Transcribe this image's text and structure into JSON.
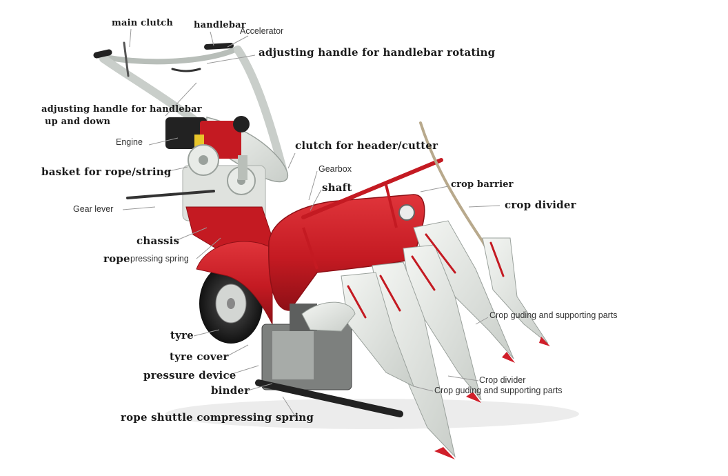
{
  "labels": {
    "main_clutch": "main clutch",
    "handlebar": "handlebar",
    "accelerator": "Accelerator",
    "adjust_rotate": "adjusting handle for handlebar rotating",
    "adjust_updown_1": "adjusting handle for handlebar",
    "adjust_updown_2": "up and down",
    "engine": "Engine",
    "basket": "basket for rope/string",
    "clutch_header": "clutch for header/cutter",
    "gearbox": "Gearbox",
    "shaft": "shaft",
    "crop_barrier": "crop barrier",
    "crop_divider_top": "crop divider",
    "gear_lever": "Gear lever",
    "chassis": "chassis",
    "rope_word": "rope",
    "pressing_spring": "pressing spring",
    "crop_guiding_1": "Crop guding and supporting parts",
    "tyre": "tyre",
    "tyre_cover": "tyre cover",
    "pressure_device": "pressure device",
    "binder": "binder",
    "crop_divider_bottom": "Crop divider",
    "crop_guiding_2": "Crop guding and supporting parts",
    "shuttle_spring": "rope shuttle compressing spring"
  },
  "colors": {
    "machine_red": "#c41a22",
    "machine_dark_red": "#8e1016",
    "machine_white": "#e4e7e3",
    "machine_grey": "#9aa19c",
    "metal_dark": "#2b2b2b",
    "tip_red": "#d01f2a"
  }
}
